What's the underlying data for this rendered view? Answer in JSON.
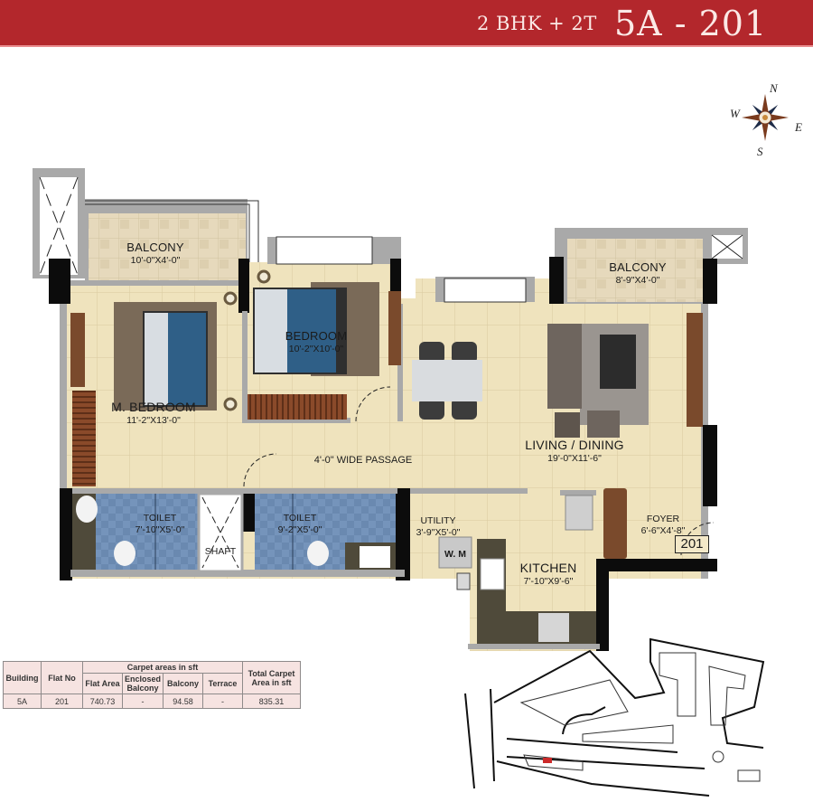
{
  "header": {
    "unit_type": "2 BHK + 2T",
    "unit_code": "5A - 201",
    "banner_color": "#b3272c"
  },
  "compass": {
    "icon": "compass-rose-icon",
    "north": "N",
    "south": "S",
    "east": "E",
    "west": "W"
  },
  "rooms": [
    {
      "id": "balcony-1",
      "name": "BALCONY",
      "size": "10'-0\"X4'-0\""
    },
    {
      "id": "bedroom",
      "name": "BEDROOM",
      "size": "10'-2\"X10'-0\""
    },
    {
      "id": "balcony-2",
      "name": "BALCONY",
      "size": "8'-9\"X4'-0\""
    },
    {
      "id": "master-bedroom",
      "name": "M. BEDROOM",
      "size": "11'-2\"X13'-0\""
    },
    {
      "id": "living-dining",
      "name": "LIVING / DINING",
      "size": "19'-0\"X11'-6\""
    },
    {
      "id": "passage",
      "name": "4'-0\" WIDE PASSAGE",
      "size": ""
    },
    {
      "id": "toilet-1",
      "name": "TOILET",
      "size": "7'-10\"X5'-0\""
    },
    {
      "id": "shaft",
      "name": "SHAFT",
      "size": ""
    },
    {
      "id": "toilet-2",
      "name": "TOILET",
      "size": "9'-2\"X5'-0\""
    },
    {
      "id": "utility",
      "name": "UTILITY",
      "size": "3'-9\"X5'-0\""
    },
    {
      "id": "washing-machine",
      "name": "W. M",
      "size": ""
    },
    {
      "id": "kitchen",
      "name": "KITCHEN",
      "size": "7'-10\"X9'-6\""
    },
    {
      "id": "foyer",
      "name": "FOYER",
      "size": "6'-6\"X4'-8\""
    }
  ],
  "unit_tag": "201",
  "area_table": {
    "group_header": "Carpet areas in sft",
    "columns": [
      "Building",
      "Flat No",
      "Flat Area",
      "Enclosed Balcony",
      "Balcony",
      "Terrace",
      "Total Carpet Area in sft"
    ],
    "rows": [
      {
        "building": "5A",
        "flat_no": "201",
        "flat_area": "740.73",
        "enclosed_balcony": "-",
        "balcony": "94.58",
        "terrace": "-",
        "total": "835.31"
      }
    ]
  },
  "key_plan": {
    "highlight_color": "#cc2a2a"
  },
  "colors": {
    "floor": "#efe3bd",
    "tile_line": "#d8caa0",
    "wall": "#a9a9a9",
    "column": "#0c0c0c",
    "toilet": "#6f8fb6",
    "balcony": "#e6d9bc",
    "counter": "#4f4a3a",
    "wood": "#7a4a2c",
    "bed_blue": "#2f5f87",
    "rug": "#7a6a58"
  }
}
